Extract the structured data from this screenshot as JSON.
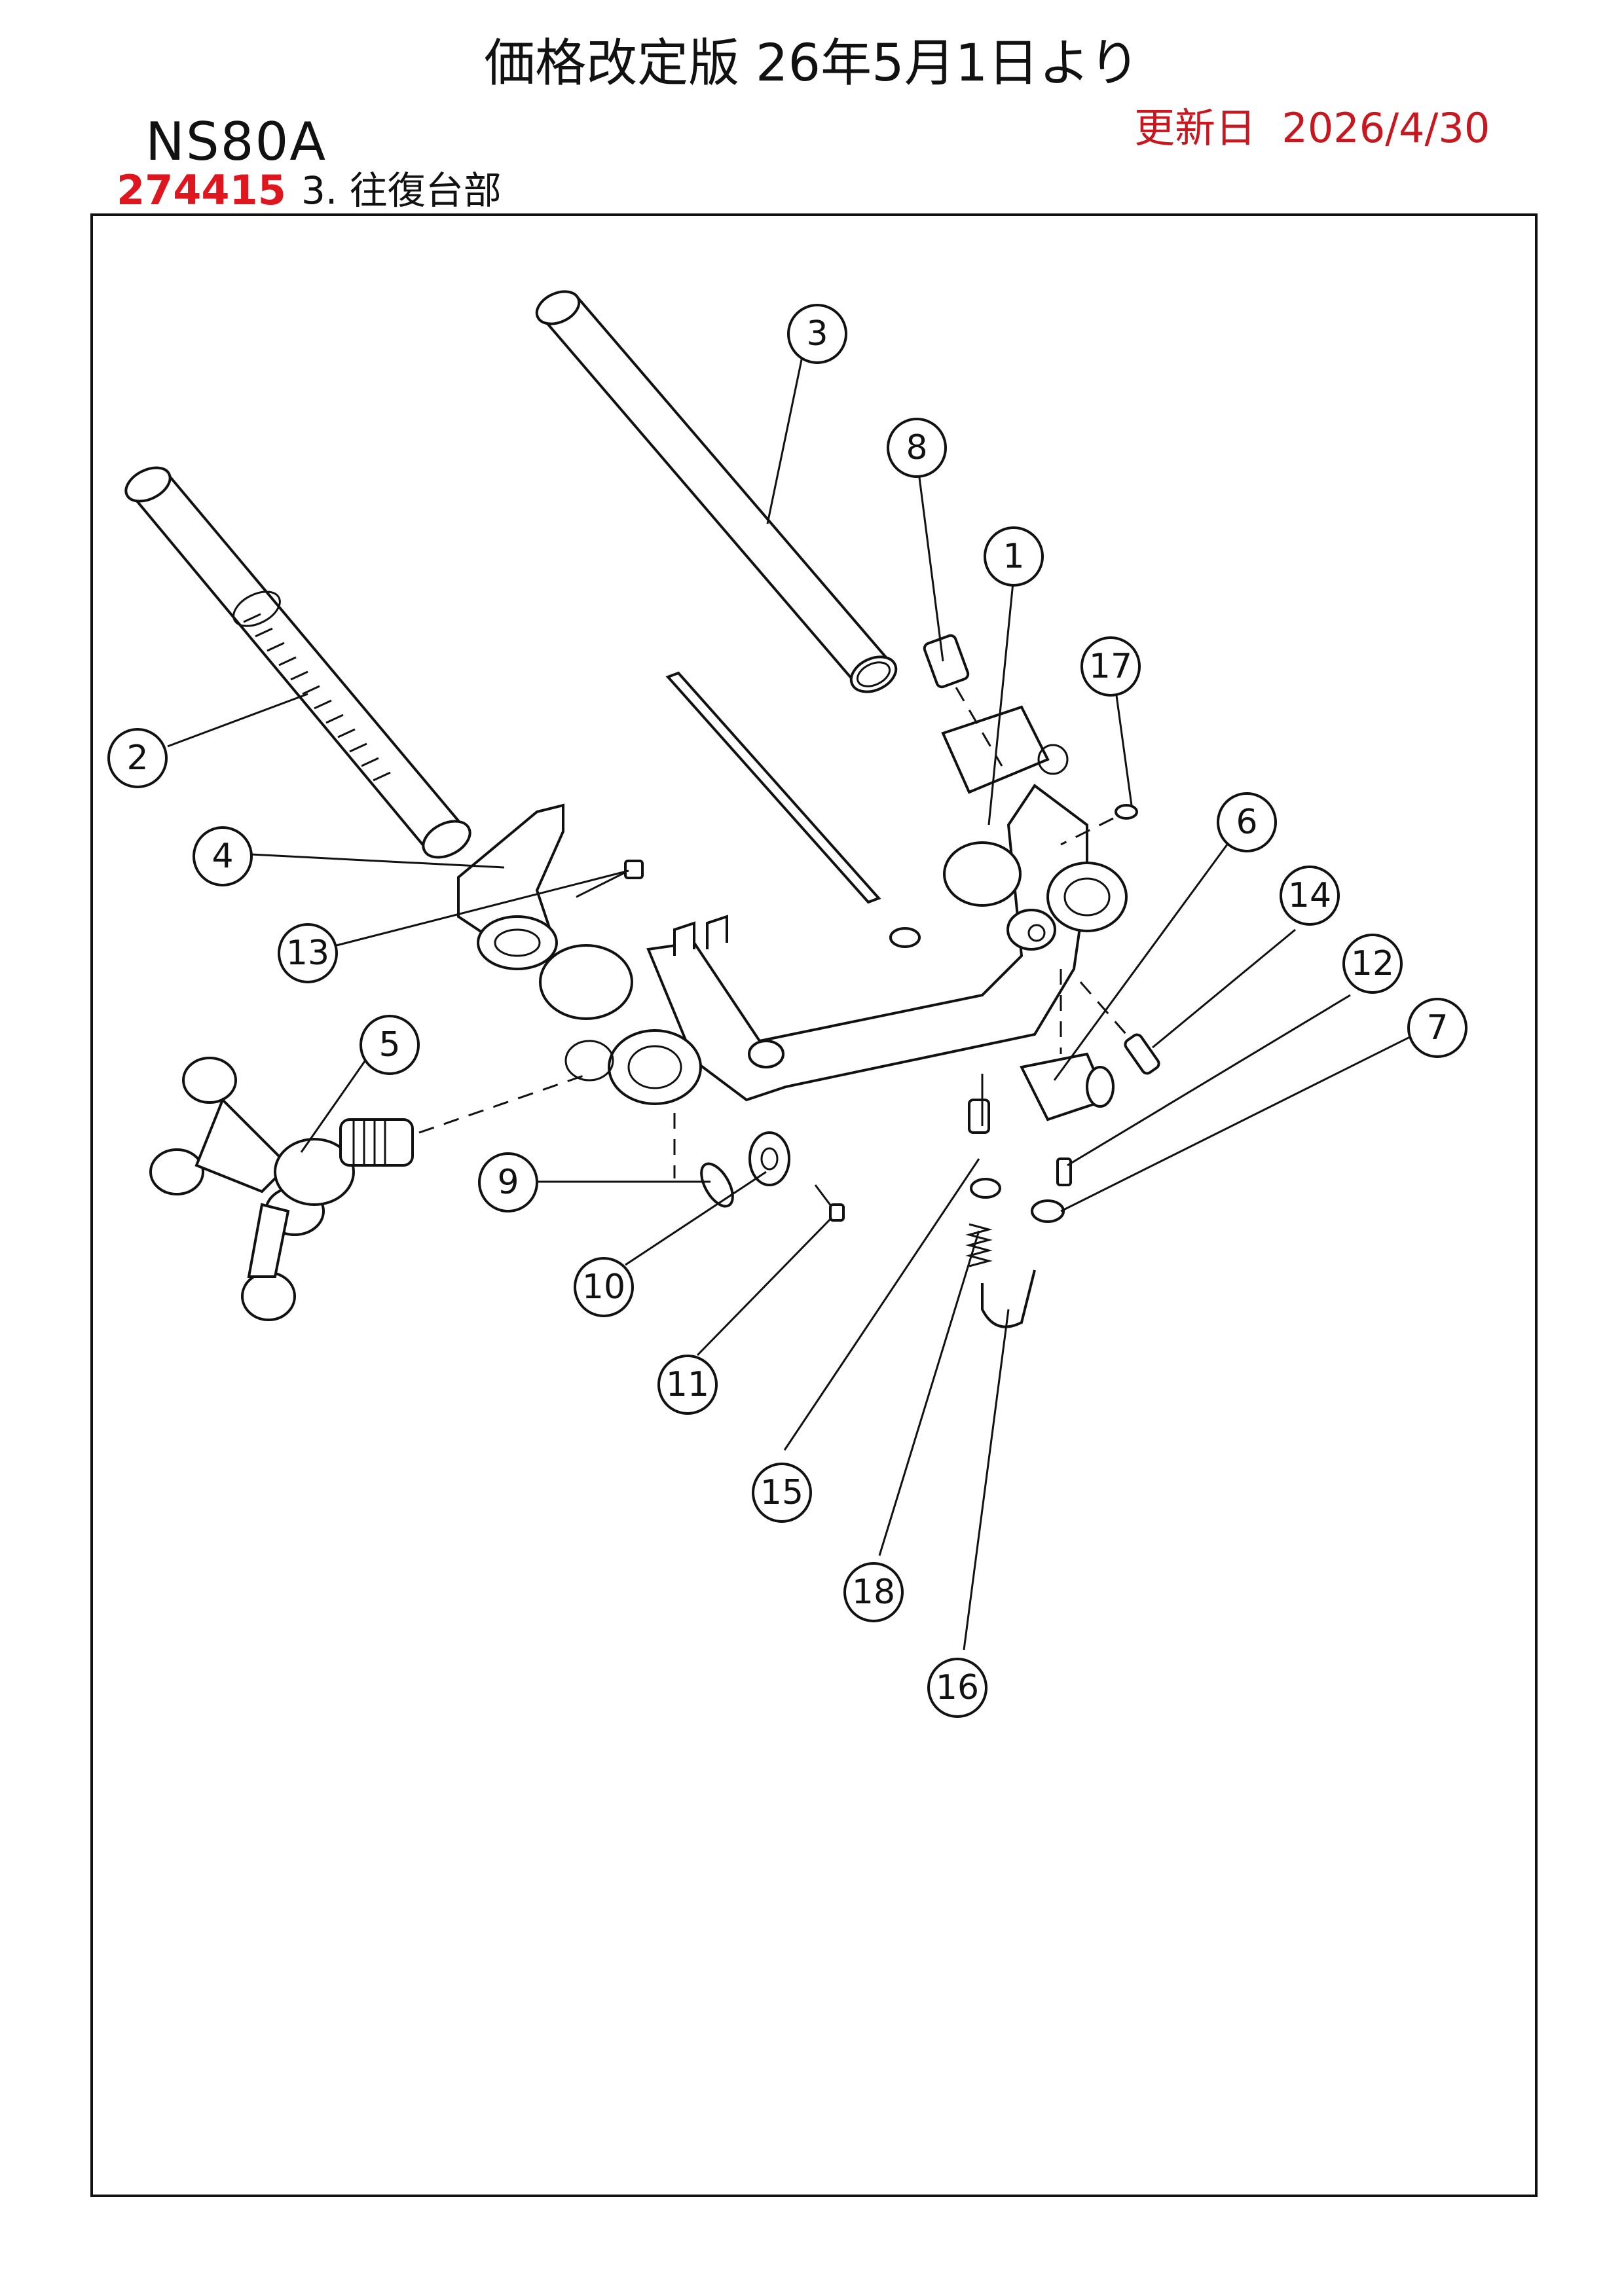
{
  "header": {
    "title": "価格改定版 26年5月1日より",
    "model": "NS80A",
    "updated": "更新日  2026/4/30",
    "part_number": "274415",
    "section": "3. 往復台部"
  },
  "callouts": [
    "1",
    "2",
    "3",
    "4",
    "5",
    "6",
    "7",
    "8",
    "9",
    "10",
    "11",
    "12",
    "13",
    "14",
    "15",
    "16",
    "17",
    "18"
  ],
  "colors": {
    "accent_red": "#e0161e",
    "update_red": "#c8171e",
    "line": "#111111"
  }
}
